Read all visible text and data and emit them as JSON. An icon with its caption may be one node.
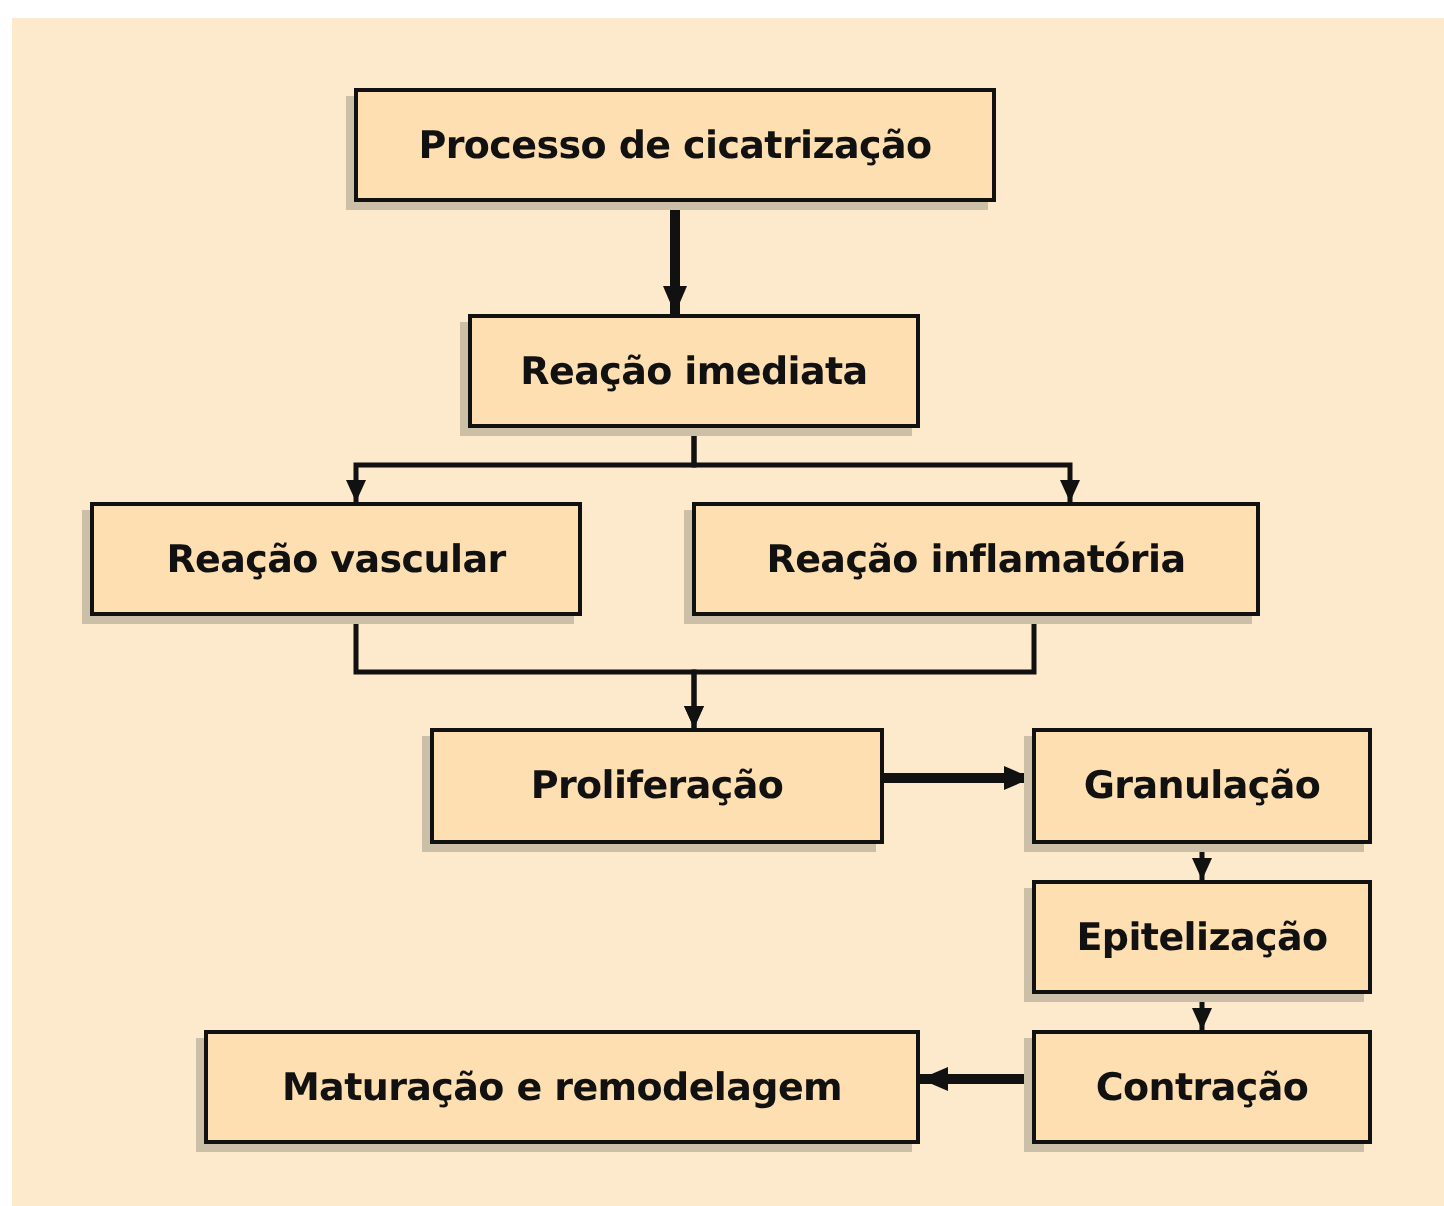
{
  "diagram": {
    "nodes": [
      {
        "text": [
          "Processo de cicatrização"
        ]
      },
      {
        "text": [
          "Reação imediata"
        ]
      },
      {
        "text": [
          "Reação vascular"
        ]
      },
      {
        "text": [
          "Reação inflamatória"
        ]
      },
      {
        "text": [
          "Proliferação"
        ]
      },
      {
        "text": [
          "Granulação"
        ]
      },
      {
        "text": [
          "Epitelização"
        ]
      },
      {
        "text": [
          "Contração"
        ]
      },
      {
        "text": [
          "Maturação e remodelagem"
        ]
      }
    ],
    "edges": [
      {
        "from": 0,
        "to": 1,
        "arrow": "to",
        "style": "thick"
      },
      {
        "from": 1,
        "to": 2,
        "arrow": "to"
      },
      {
        "from": 1,
        "to": 3,
        "arrow": "to"
      },
      {
        "from": 2,
        "to": 4,
        "arrow": "to"
      },
      {
        "from": 3,
        "to": 4,
        "arrow": "to"
      },
      {
        "from": 4,
        "to": 5,
        "arrow": "to",
        "style": "thick"
      },
      {
        "from": 5,
        "to": 6,
        "arrow": "to"
      },
      {
        "from": 6,
        "to": 7,
        "arrow": "to"
      },
      {
        "from": 7,
        "to": 8,
        "arrow": "to",
        "style": "thick"
      }
    ]
  }
}
